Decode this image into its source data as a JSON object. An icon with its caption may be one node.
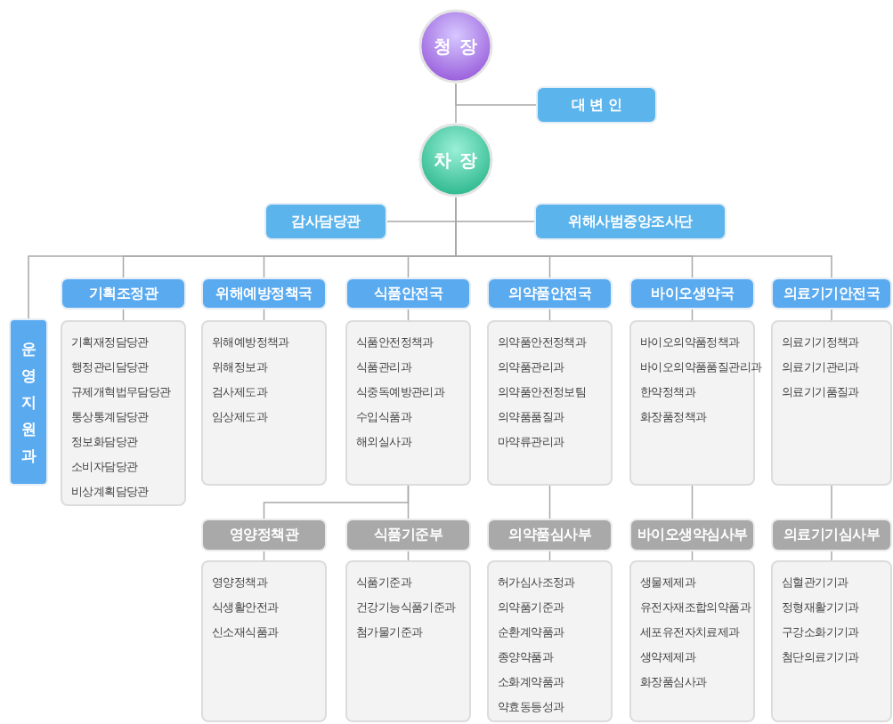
{
  "diagram": {
    "nodes": [
      {
        "text": [
          "청 장"
        ]
      },
      {
        "text": [
          "대 변 인"
        ]
      },
      {
        "text": [
          "차 장"
        ]
      },
      {
        "text": [
          "감사담당관"
        ]
      },
      {
        "text": [
          "위해사범중앙조사단"
        ]
      },
      {
        "text": [
          "운영지원과"
        ]
      },
      {
        "text": [
          "기획조정관"
        ]
      },
      {
        "text": [
          "기획재정담당관",
          "행정관리담당관",
          "규제개혁법무담당관",
          "통상통계담당관",
          "정보화담당관",
          "소비자담당관",
          "비상계획담당관"
        ]
      },
      {
        "text": [
          "위해예방정책국"
        ]
      },
      {
        "text": [
          "위해예방정책과",
          "위해정보과",
          "검사제도과",
          "임상제도과"
        ]
      },
      {
        "text": [
          "식품안전국"
        ]
      },
      {
        "text": [
          "식품안전정책과",
          "식품관리과",
          "식중독예방관리과",
          "수입식품과",
          "해외실사과"
        ]
      },
      {
        "text": [
          "의약품안전국"
        ]
      },
      {
        "text": [
          "의약품안전정책과",
          "의약품관리과",
          "의약품안전정보팀",
          "의약품품질과",
          "마약류관리과"
        ]
      },
      {
        "text": [
          "바이오생약국"
        ]
      },
      {
        "text": [
          "바이오의약품정책과",
          "바이오의약품품질관리과",
          "한약정책과",
          "화장품정책과"
        ]
      },
      {
        "text": [
          "의료기기안전국"
        ]
      },
      {
        "text": [
          "의료기기정책과",
          "의료기기관리과",
          "의료기기품질과"
        ]
      },
      {
        "text": [
          "영양정책관"
        ]
      },
      {
        "text": [
          "영양정책과",
          "식생활안전과",
          "신소재식품과"
        ]
      },
      {
        "text": [
          "식품기준부"
        ]
      },
      {
        "text": [
          "식품기준과",
          "건강기능식품기준과",
          "첨가물기준과"
        ]
      },
      {
        "text": [
          "의약품심사부"
        ]
      },
      {
        "text": [
          "허가심사조정과",
          "의약품기준과",
          "순환계약품과",
          "종양약품과",
          "소화계약품과",
          "약효동등성과"
        ]
      },
      {
        "text": [
          "바이오생약심사부"
        ]
      },
      {
        "text": [
          "생물제제과",
          "유전자재조합의약품과",
          "세포유전자치료제과",
          "생약제제과",
          "화장품심사과"
        ]
      },
      {
        "text": [
          "의료기기심사부"
        ]
      },
      {
        "text": [
          "심혈관기기과",
          "정형재활기기과",
          "구강소화기기과",
          "첨단의료기기과"
        ]
      }
    ],
    "edges": [
      {
        "from": 0,
        "to": 1,
        "arrow": "none"
      },
      {
        "from": 0,
        "to": 2,
        "arrow": "none"
      },
      {
        "from": 2,
        "to": 3,
        "arrow": "none"
      },
      {
        "from": 2,
        "to": 4,
        "arrow": "none"
      },
      {
        "from": 2,
        "to": 5,
        "arrow": "none"
      },
      {
        "from": 2,
        "to": 6,
        "arrow": "none"
      },
      {
        "from": 2,
        "to": 8,
        "arrow": "none"
      },
      {
        "from": 2,
        "to": 10,
        "arrow": "none"
      },
      {
        "from": 2,
        "to": 12,
        "arrow": "none"
      },
      {
        "from": 2,
        "to": 14,
        "arrow": "none"
      },
      {
        "from": 2,
        "to": 16,
        "arrow": "none"
      },
      {
        "from": 6,
        "to": 7,
        "arrow": "none"
      },
      {
        "from": 8,
        "to": 9,
        "arrow": "none"
      },
      {
        "from": 10,
        "to": 11,
        "arrow": "none"
      },
      {
        "from": 12,
        "to": 13,
        "arrow": "none"
      },
      {
        "from": 14,
        "to": 15,
        "arrow": "none"
      },
      {
        "from": 16,
        "to": 17,
        "arrow": "none"
      },
      {
        "from": 11,
        "to": 18,
        "arrow": "none"
      },
      {
        "from": 11,
        "to": 20,
        "arrow": "none"
      },
      {
        "from": 13,
        "to": 22,
        "arrow": "none"
      },
      {
        "from": 15,
        "to": 24,
        "arrow": "none"
      },
      {
        "from": 17,
        "to": 26,
        "arrow": "none"
      },
      {
        "from": 18,
        "to": 19,
        "arrow": "none"
      },
      {
        "from": 20,
        "to": 21,
        "arrow": "none"
      },
      {
        "from": 22,
        "to": 23,
        "arrow": "none"
      },
      {
        "from": 24,
        "to": 25,
        "arrow": "none"
      },
      {
        "from": 26,
        "to": 27,
        "arrow": "none"
      }
    ]
  }
}
